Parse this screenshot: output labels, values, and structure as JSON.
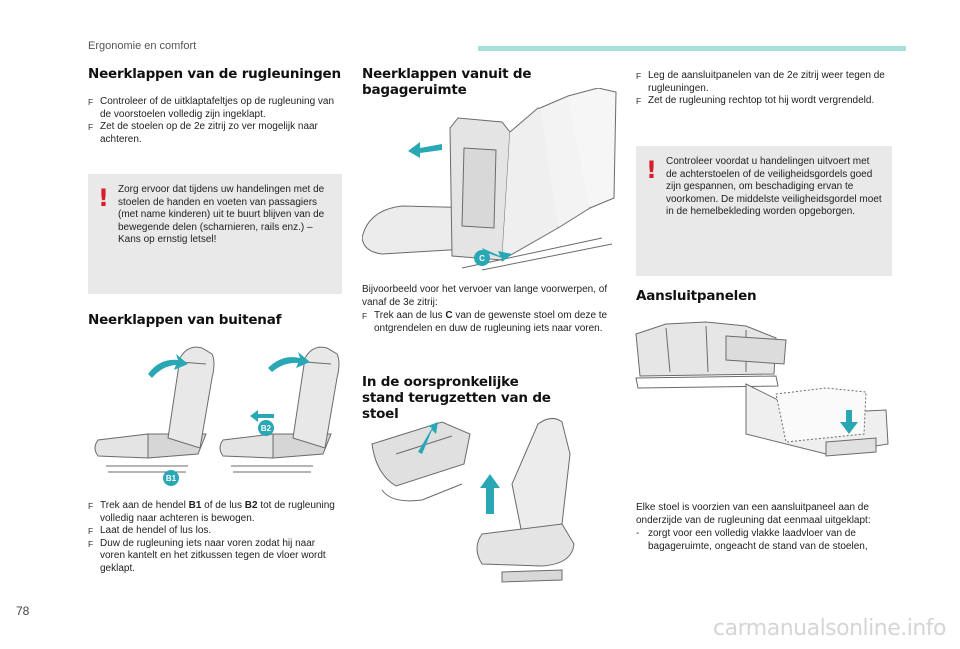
{
  "header": {
    "section": "Ergonomie en comfort",
    "accent": "#a8e0dc"
  },
  "page_number": "78",
  "watermark": "carmanualsonline.info",
  "colors": {
    "warning": "#d81e2c",
    "badge": "#2aa7b5",
    "arrow": "#2aa7b5"
  },
  "col1": {
    "title1": "Neerklappen van de rugleuningen",
    "steps1": [
      "Controleer of de uitklaptafeltjes op de rugleuning van de voorstoelen volledig zijn ingeklapt.",
      "Zet de stoelen op de 2e zitrij zo ver mogelijk naar achteren."
    ],
    "warning": "Zorg ervoor dat tijdens uw handelingen met de stoelen de handen en voeten van passagiers (met name kinderen) uit te buurt blijven van de bewegende delen (scharnieren, rails enz.) – Kans op ernstig letsel!",
    "title2": "Neerklappen van buitenaf",
    "badges": [
      "B1",
      "B2"
    ],
    "steps2": {
      "s1_pre": "Trek aan de hendel ",
      "s1_b1": "B1",
      "s1_mid": " of de lus ",
      "s1_b2": "B2",
      "s1_post": " tot de rugleuning volledig naar achteren is bewogen.",
      "s2": "Laat de hendel of lus los.",
      "s3": "Duw de rugleuning iets naar voren zodat hij naar voren kantelt en het zitkussen tegen de vloer wordt geklapt."
    }
  },
  "col2": {
    "title1": "Neerklappen vanuit de bagageruimte",
    "badge": "C",
    "intro": "Bijvoorbeeld voor het vervoer van lange voorwerpen, of vanaf de 3e zitrij:",
    "step_pre": "Trek aan de lus ",
    "step_b": "C",
    "step_post": " van de gewenste stoel om deze te ontgrendelen en duw de rugleuning iets naar voren.",
    "title2": "In de oorspronkelijke stand terugzetten van de stoel"
  },
  "col3": {
    "steps": [
      "Leg de aansluitpanelen van de 2e zitrij weer tegen de rugleuningen.",
      "Zet de rugleuning rechtop tot hij wordt vergrendeld."
    ],
    "warning": "Controleer voordat u handelingen uitvoert met de achterstoelen of de veiligheidsgordels goed zijn gespannen, om beschadiging ervan te voorkomen. De middelste veiligheidsgordel moet in de hemelbekleding worden opgeborgen.",
    "title": "Aansluitpanelen",
    "intro": "Elke stoel is voorzien van een aansluitpaneel aan de onderzijde van de rugleuning dat eenmaal uitgeklapt:",
    "dash": [
      "zorgt voor een volledig vlakke laadvloer van de bagageruimte, ongeacht de stand van de stoelen,"
    ]
  }
}
